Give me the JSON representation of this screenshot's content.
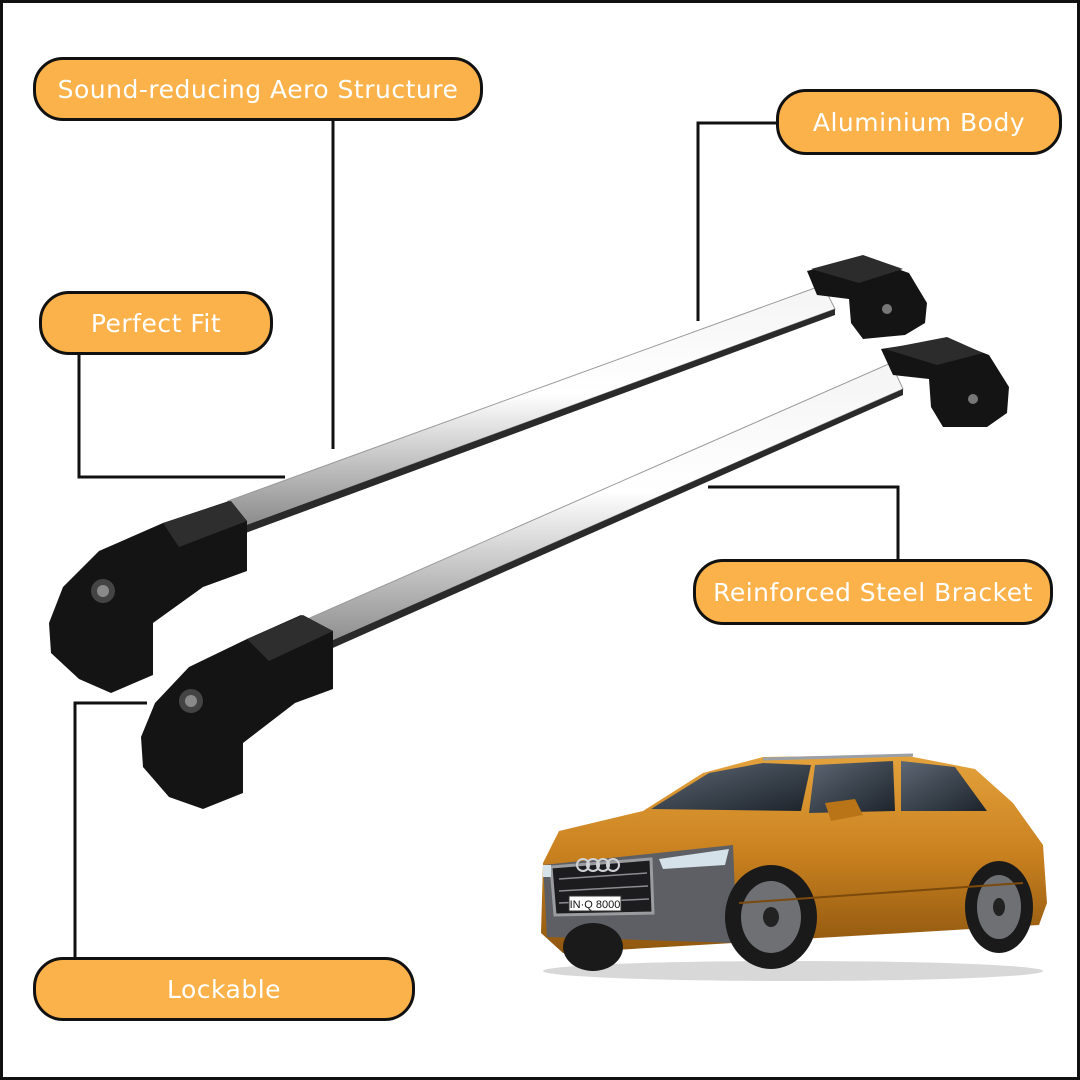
{
  "colors": {
    "label_fill": "#fbb24a",
    "label_border": "#111111",
    "label_text": "#ffffff",
    "leader_line": "#111111",
    "bar_silver": "#d8d8d8",
    "foot_black": "#111111",
    "car_body": "#c9811f",
    "frame_border": "#111111"
  },
  "labels": {
    "sound_reducing": "Sound-reducing Aero Structure",
    "aluminium_body": "Aluminium Body",
    "perfect_fit": "Perfect Fit",
    "reinforced_bracket": "Reinforced Steel Bracket",
    "lockable": "Lockable"
  },
  "car": {
    "license_plate": "IN·Q 8000"
  },
  "icons": {
    "roof_bars": "roof-rack-crossbars-icon",
    "vehicle": "suv-car-icon",
    "logo": "four-rings-logo-icon"
  }
}
